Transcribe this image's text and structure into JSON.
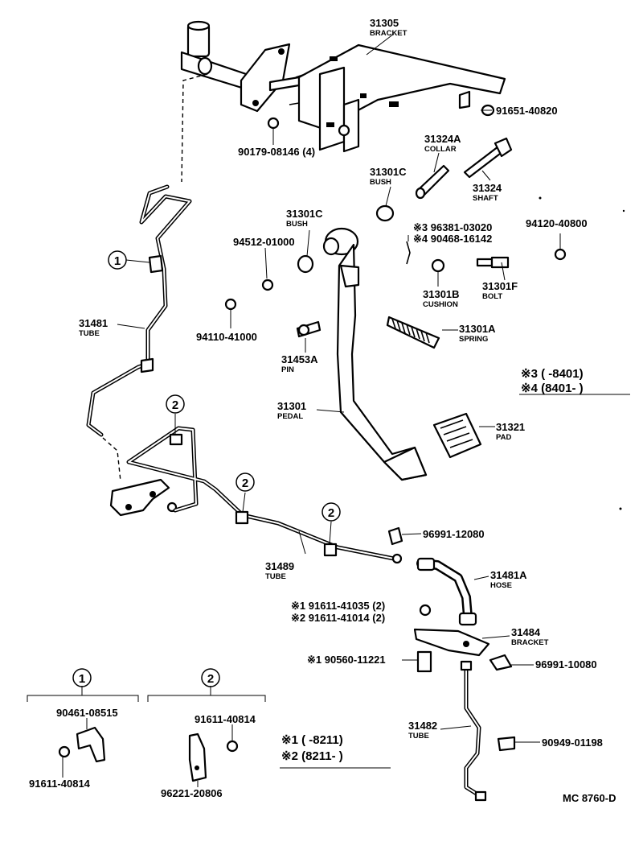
{
  "labels": {
    "bracket_top": {
      "num": "31305",
      "name": "BRACKET"
    },
    "bolt_91651": {
      "num": "91651-40820"
    },
    "bolt_90179": {
      "num": "90179-08146 (4)"
    },
    "collar": {
      "num": "31324A",
      "name": "COLLAR"
    },
    "shaft": {
      "num": "31324",
      "name": "SHAFT"
    },
    "bush_upper": {
      "num": "31301C",
      "name": "BUSH"
    },
    "bush_left": {
      "num": "31301C",
      "name": "BUSH"
    },
    "nut_94120": {
      "num": "94120-40800"
    },
    "note_3": {
      "num": "※3 96381-03020"
    },
    "note_4": {
      "num": "※4 90468-16142"
    },
    "washer_94512": {
      "num": "94512-01000"
    },
    "cushion": {
      "num": "31301B",
      "name": "CUSHION"
    },
    "bolt_f": {
      "num": "31301F",
      "name": "BOLT"
    },
    "tube_31481": {
      "num": "31481",
      "name": "TUBE"
    },
    "nut_94110": {
      "num": "94110-41000"
    },
    "spring": {
      "num": "31301A",
      "name": "SPRING"
    },
    "pin": {
      "num": "31453A",
      "name": "PIN"
    },
    "pedal": {
      "num": "31301",
      "name": "PEDAL"
    },
    "pad": {
      "num": "31321",
      "name": "PAD"
    },
    "clip_96991_a": {
      "num": "96991-12080"
    },
    "tube_31489": {
      "num": "31489",
      "name": "TUBE"
    },
    "hose": {
      "num": "31481A",
      "name": "HOSE"
    },
    "note_1_bolt": {
      "num": "※1 91611-41035 (2)"
    },
    "note_2_bolt": {
      "num": "※2 91611-41014  (2)"
    },
    "bracket_31484": {
      "num": "31484",
      "name": "BRACKET"
    },
    "collar_90560": {
      "num": "※1  90560-11221"
    },
    "clip_96991_b": {
      "num": "96991-10080"
    },
    "bolt_90461": {
      "num": "90461-08515"
    },
    "bolt_91611_a": {
      "num": "91611-40814"
    },
    "bolt_91611_b": {
      "num": "91611-40814"
    },
    "clamp_96221": {
      "num": "96221-20806"
    },
    "tube_31482": {
      "num": "31482",
      "name": "TUBE"
    },
    "clip_90949": {
      "num": "90949-01198"
    },
    "ref": {
      "num": "MC  8760-D"
    }
  },
  "legend_right": {
    "line3": "※3 (        -8401)",
    "line4": "※4 (8401-          )"
  },
  "legend_bottom": {
    "line1": "※1 (        -8211)",
    "line2": "※2 (8211-        )"
  },
  "callouts": {
    "one": "1",
    "two": "2"
  }
}
